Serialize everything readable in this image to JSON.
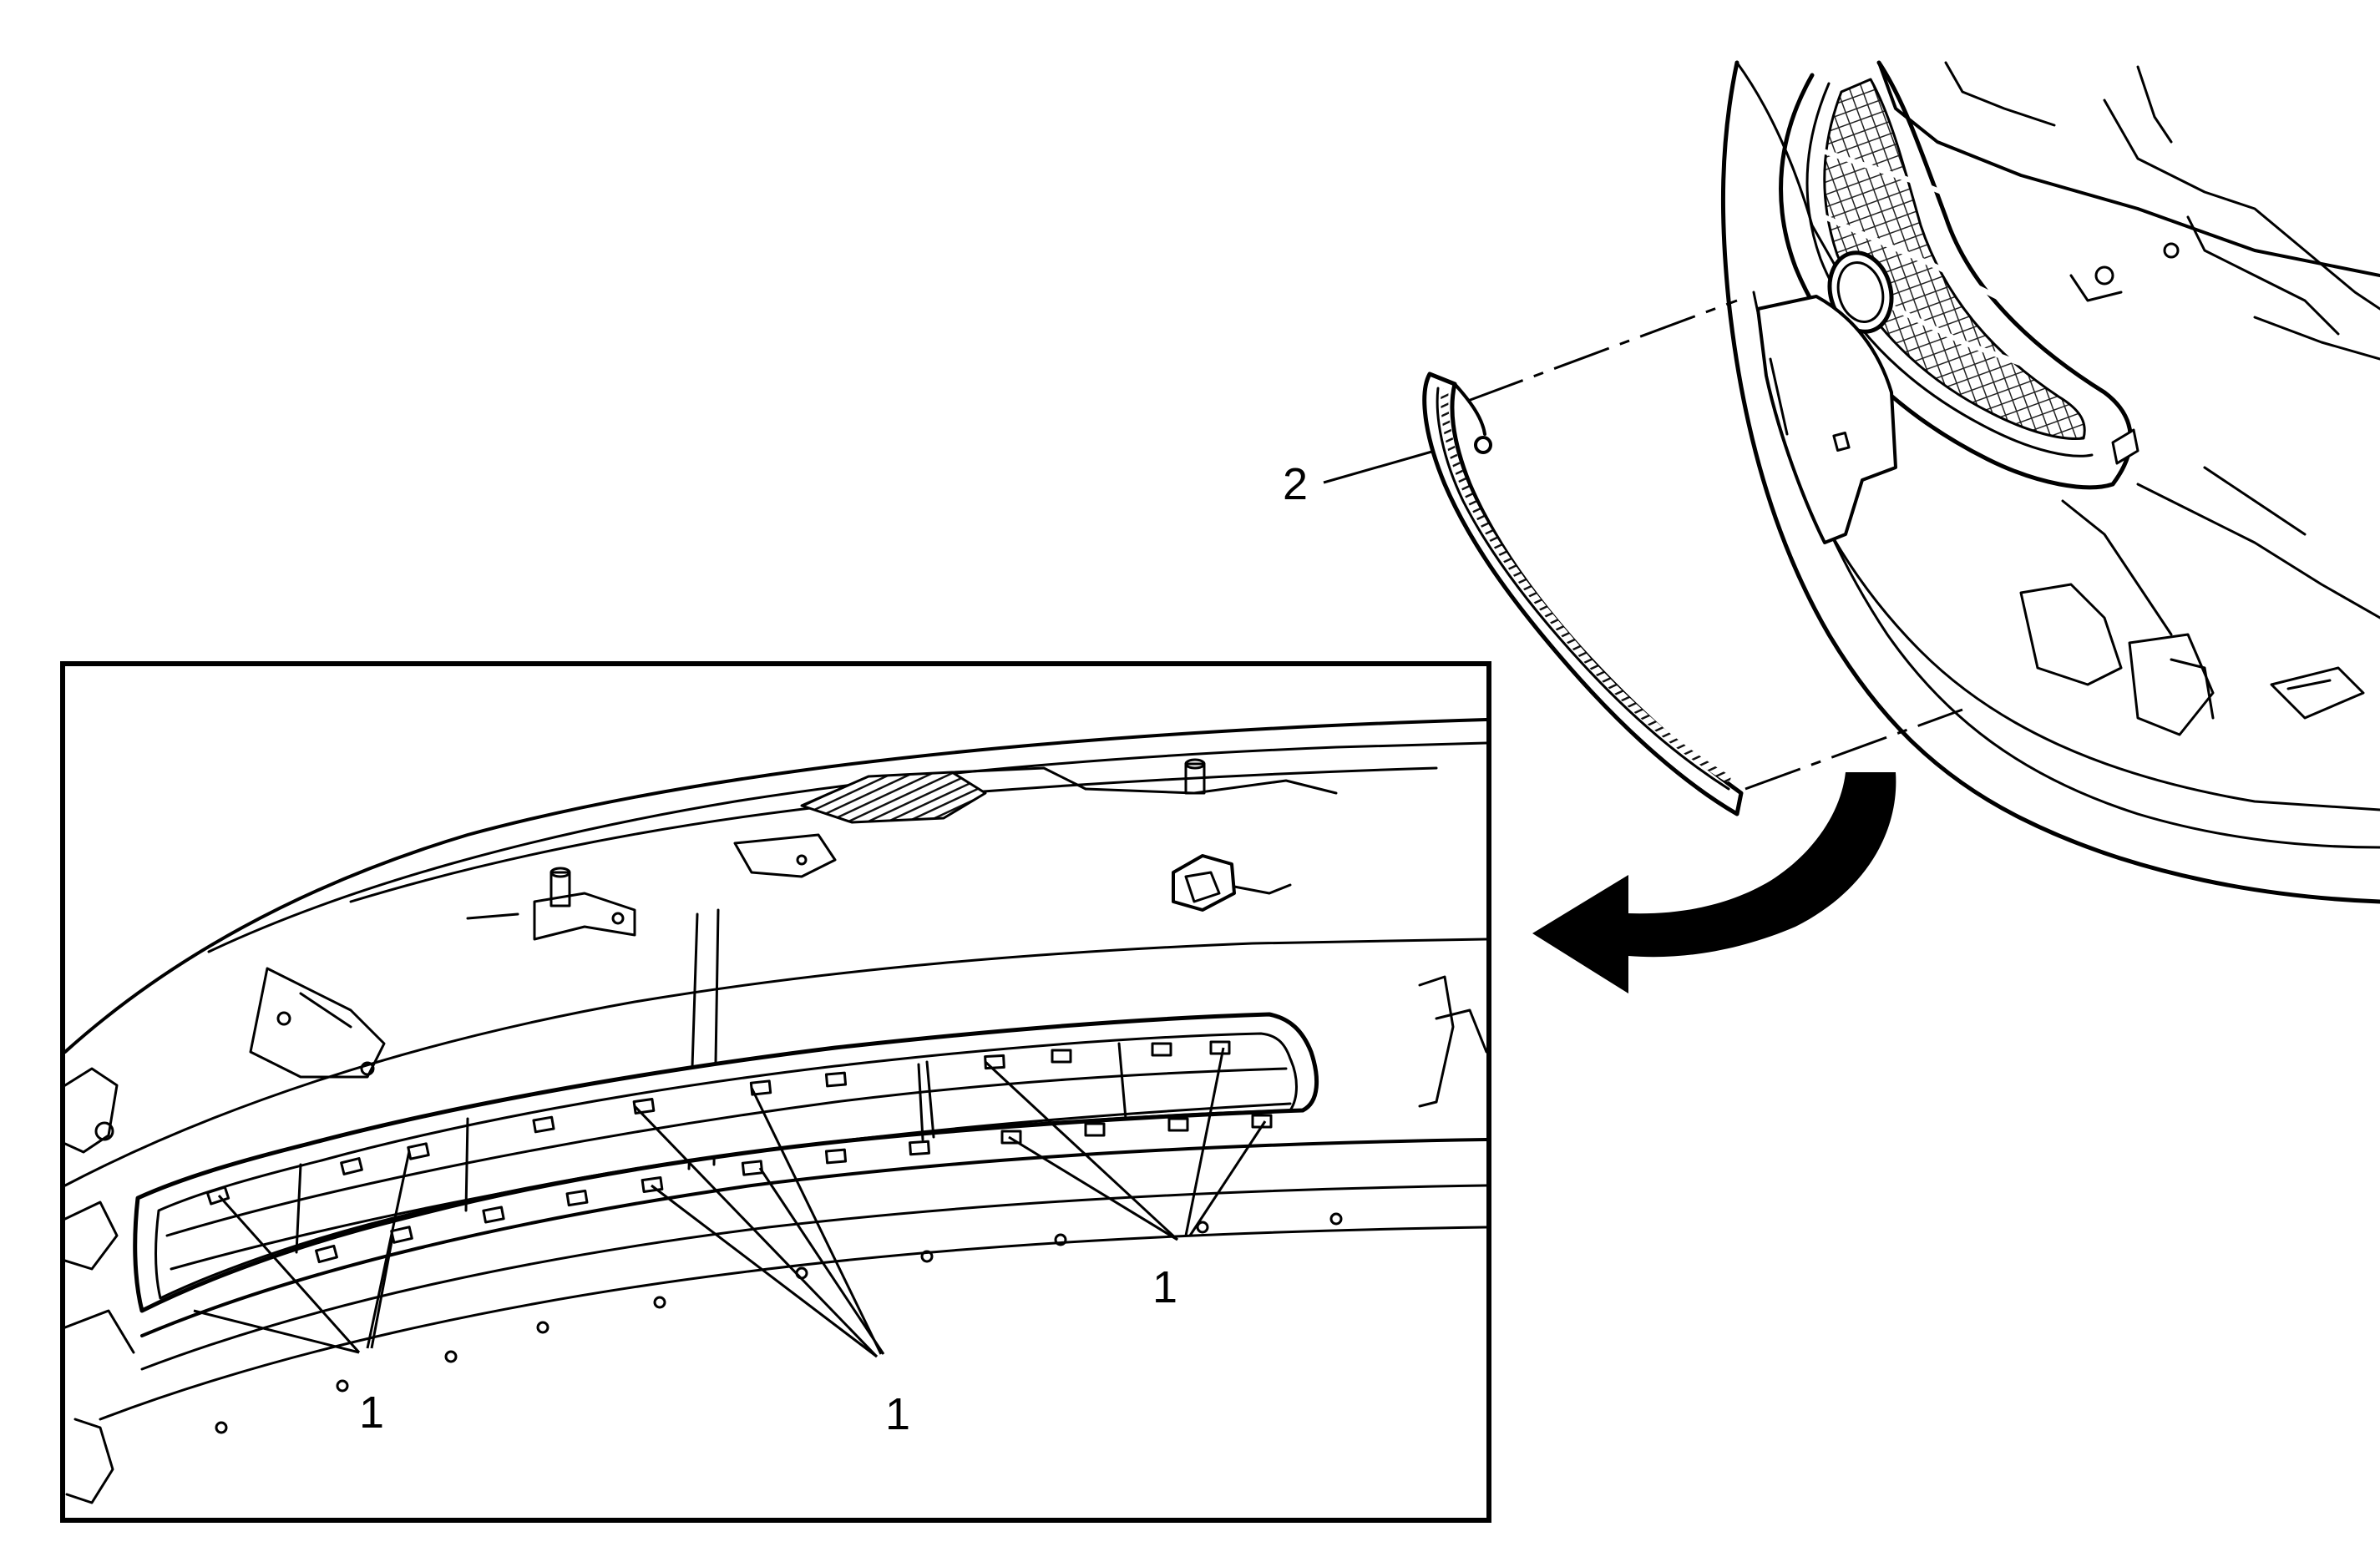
{
  "callouts": {
    "grille_label": "2",
    "clip_label_left": "1",
    "clip_label_center": "1",
    "clip_label_right": "1"
  },
  "colors": {
    "line": "#000000",
    "background": "#ffffff",
    "hatch": "#3a3a3a"
  }
}
